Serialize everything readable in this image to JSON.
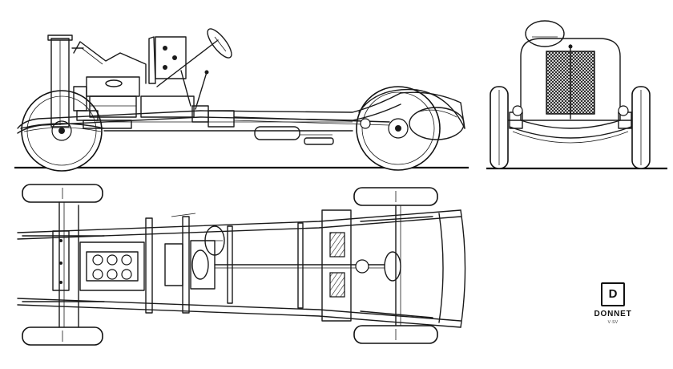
{
  "brand": {
    "initial": "D",
    "name": "DONNET",
    "model": "V·SV"
  },
  "icons": {
    "logo": "monogram-d-badge"
  }
}
